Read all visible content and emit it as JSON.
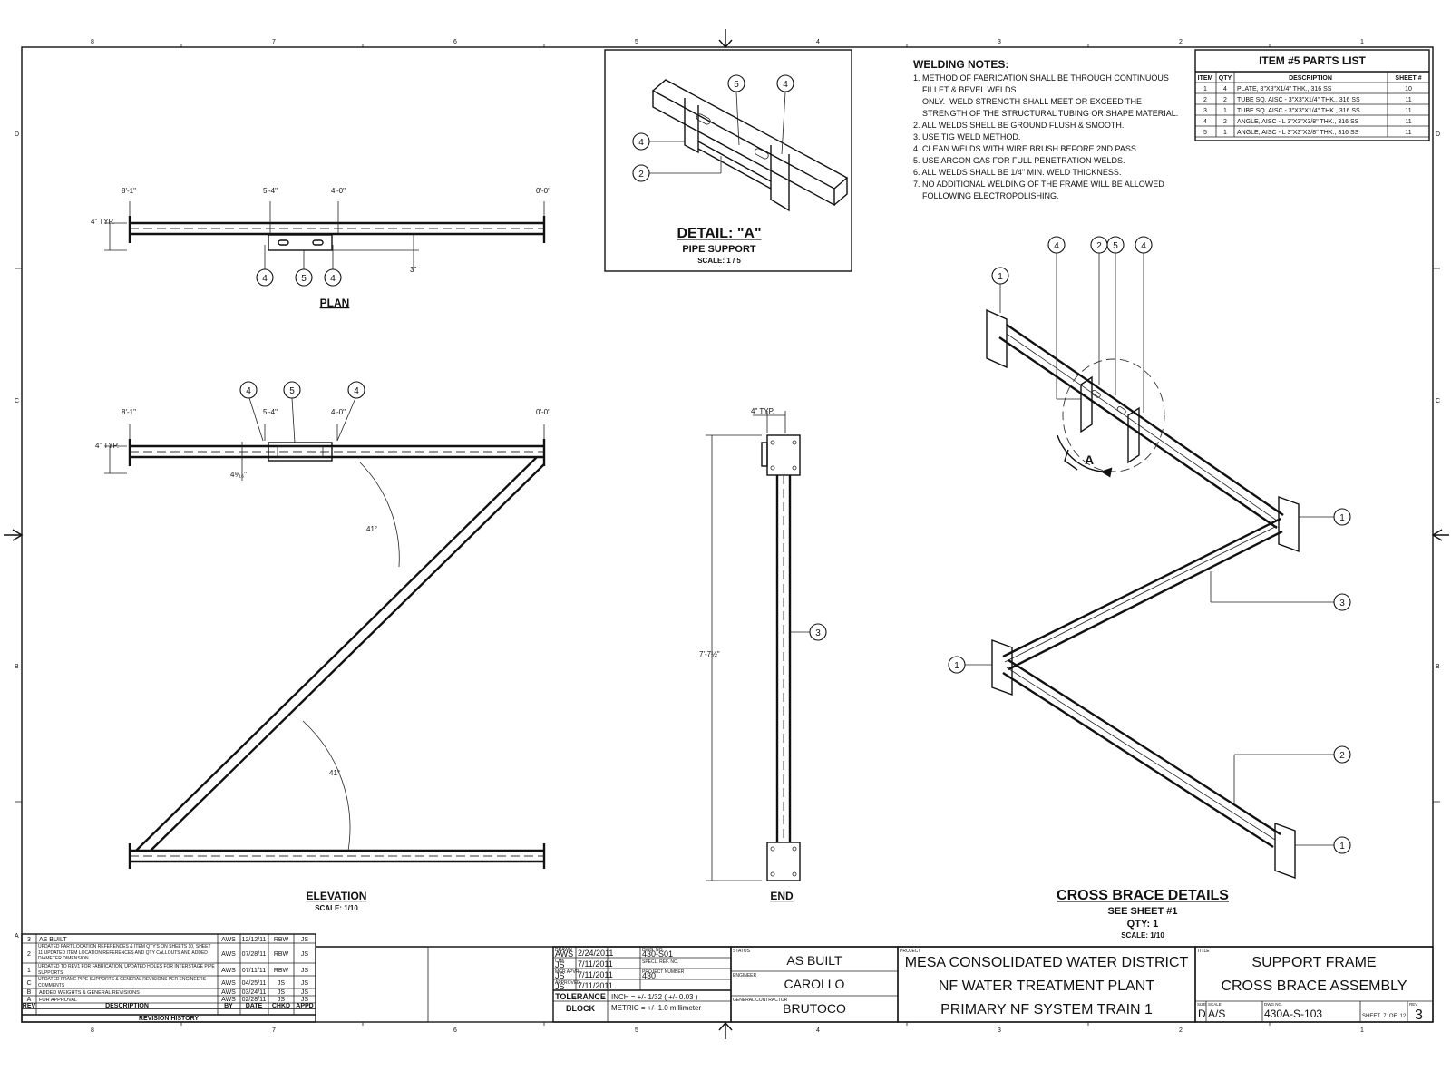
{
  "sheet": {
    "zone_numbers": [
      "8",
      "7",
      "6",
      "5",
      "4",
      "3",
      "2",
      "1"
    ],
    "zone_letters": [
      "D",
      "C",
      "B",
      "A"
    ]
  },
  "plan": {
    "title": "PLAN",
    "dims": {
      "d1": "8'-1\"",
      "d2": "5'-4\"",
      "d3": "4'-0\"",
      "d4": "0'-0\"",
      "typ": "4\" TYP.",
      "three": "3\""
    },
    "callouts": [
      "4",
      "5",
      "4"
    ]
  },
  "elevation": {
    "title": "ELEVATION",
    "scale": "SCALE: 1/10",
    "dims": {
      "d1": "8'-1\"",
      "d2": "5'-4\"",
      "d3": "4'-0\"",
      "d4": "0'-0\"",
      "typ": "4\" TYP.",
      "small": "4⁹⁄₁₆\""
    },
    "angle1": "41°",
    "angle2": "41°",
    "callouts": [
      "4",
      "5",
      "4"
    ]
  },
  "end_view": {
    "title": "END",
    "typ": "4\" TYP.",
    "height": "7'-7½\"",
    "callout": "3"
  },
  "detail_a": {
    "title": "DETAIL: \"A\"",
    "subtitle": "PIPE SUPPORT",
    "scale": "SCALE: 1 / 5",
    "callouts": [
      "5",
      "4",
      "4",
      "2"
    ]
  },
  "welding_notes": {
    "title": "WELDING NOTES:",
    "lines": [
      "1. METHOD OF FABRICATION SHALL BE THROUGH CONTINUOUS",
      "    FILLET & BEVEL WELDS",
      "    ONLY.  WELD STRENGTH SHALL MEET OR EXCEED THE",
      "    STRENGTH OF THE STRUCTURAL TUBING OR SHAPE MATERIAL.",
      "2. ALL WELDS SHELL BE GROUND FLUSH & SMOOTH.",
      "3. USE TIG WELD METHOD.",
      "4. CLEAN WELDS WITH WIRE BRUSH BEFORE 2ND PASS",
      "5. USE ARGON GAS FOR FULL PENETRATION WELDS.",
      "6. ALL WELDS SHALL BE 1/4\" MIN. WELD THICKNESS.",
      "7. NO ADDITIONAL WELDING OF THE FRAME WILL BE ALLOWED",
      "    FOLLOWING ELECTROPOLISHING."
    ]
  },
  "parts_list": {
    "title": "ITEM #5 PARTS LIST",
    "headers": [
      "ITEM",
      "QTY",
      "DESCRIPTION",
      "SHEET #"
    ],
    "rows": [
      [
        "1",
        "4",
        "PLATE, 8\"X8\"X1/4\" THK., 316 SS",
        "10"
      ],
      [
        "2",
        "2",
        "TUBE SQ. AISC - 3\"X3\"X1/4\" THK., 316 SS",
        "11"
      ],
      [
        "3",
        "1",
        "TUBE SQ. AISC - 3\"X3\"X1/4\" THK., 316 SS",
        "11"
      ],
      [
        "4",
        "2",
        "ANGLE, AISC - L 3\"X3\"X3/8\" THK., 316 SS",
        "11"
      ],
      [
        "5",
        "1",
        "ANGLE, AISC - L 3\"X3\"X3/8\" THK., 316 SS",
        "11"
      ]
    ]
  },
  "cross_brace": {
    "title": "CROSS BRACE DETAILS",
    "see_sheet": "SEE SHEET #1",
    "qty": "QTY: 1",
    "scale": "SCALE: 1/10",
    "detail_tag": "A",
    "callouts": {
      "top": [
        "4",
        "2",
        "5",
        "4"
      ],
      "c1a": "1",
      "c1b": "1",
      "c1c": "1",
      "c1d": "1",
      "c3": "3",
      "c2": "2"
    }
  },
  "revision_history": {
    "title": "REVISION HISTORY",
    "headers": [
      "REV",
      "DESCRIPTION",
      "BY",
      "DATE",
      "CHKD",
      "APPD"
    ],
    "rows": [
      [
        "3",
        "AS BUILT",
        "AWS",
        "12/12/11",
        "RBW",
        "JS"
      ],
      [
        "2",
        "UPDATED PART LOCATION REFERENCES & ITEM QTY'S ON SHEETS 10, SHEET 11 UPDATED ITEM LOCATION REFERENCES AND QTY CALLOUTS AND ADDED DIAMETER DIMENSION",
        "AWS",
        "07/28/11",
        "RBW",
        "JS"
      ],
      [
        "1",
        "UPDATED TO REV1 FOR FABRICATION, UPDATED HOLES FOR INTERSTAGE PIPE SUPPORTS",
        "AWS",
        "07/11/11",
        "RBW",
        "JS"
      ],
      [
        "C",
        "UPDATED FRAME PIPE SUPPORTS & GENERAL REVISIONS PER ENGINEERS COMMENTS",
        "AWS",
        "04/25/11",
        "JS",
        "JS"
      ],
      [
        "B",
        "ADDED WEIGHTS & GENERAL REVISIONS",
        "AWS",
        "03/24/11",
        "JS",
        "JS"
      ],
      [
        "A",
        "FOR APPROVAL",
        "AWS",
        "02/28/11",
        "JS",
        "JS"
      ]
    ]
  },
  "title_block": {
    "drawn_label": "DRAWN",
    "drawn_by": "AWS",
    "drawn_date": "2/24/2011",
    "dwg_label": "DWG. NO.",
    "dwg_value": "430-S01",
    "checked_label": "CHK",
    "checked_by": "JS",
    "checked_date": "7/11/2011",
    "ref_label": "SPECL. REF. NO.",
    "mgr_label": "MGR APVR",
    "mgr_by": "JS",
    "mgr_date": "7/11/2011",
    "proj_label": "PROJECT NUMBER",
    "proj_value": "430",
    "ok_label": "APPROVED",
    "ok_by": "JS",
    "ok_date": "7/11/2011",
    "tolerance_label": "TOLERANCE",
    "block_label": "BLOCK",
    "tol_inch": "INCH = +/- 1/32 ( +/- 0.03 )",
    "tol_metric": "METRIC = +/- 1.0 millimeter",
    "status_label": "STATUS",
    "status_value": "AS BUILT",
    "engineer_label": "ENGINEER",
    "engineer_value": "CAROLLO",
    "gc_label": "GENERAL CONTRACTOR",
    "gc_value": "BRUTOCO",
    "project_label": "PROJECT",
    "project_lines": [
      "MESA CONSOLIDATED WATER DISTRICT",
      "NF WATER TREATMENT PLANT",
      "PRIMARY NF SYSTEM TRAIN 1"
    ],
    "title_label": "TITLE",
    "title_lines": [
      "SUPPORT FRAME",
      "CROSS BRACE ASSEMBLY"
    ],
    "size_label": "SIZE",
    "size_value": "D",
    "scale_label": "SCALE",
    "scale_value": "A/S",
    "dwgno_label": "DWG NO.",
    "dwgno_value": "430A-S-103",
    "sheet_text": "SHEET  7  OF  12",
    "rev_label": "REV",
    "rev_value": "3"
  }
}
